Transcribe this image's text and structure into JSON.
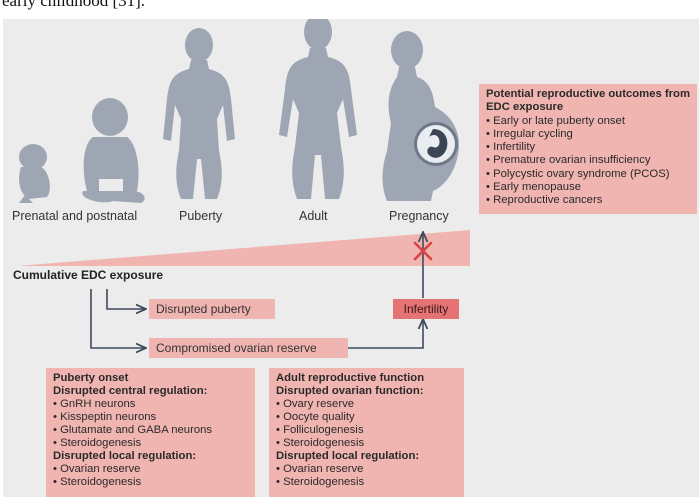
{
  "cut_caption": "early childhood [31].",
  "stages": {
    "prenatal": "Prenatal and postnatal",
    "puberty": "Puberty",
    "adult": "Adult",
    "pregnancy": "Pregnancy"
  },
  "outcomes": {
    "title": "Potential reproductive outcomes from EDC exposure",
    "items": [
      "Early or late puberty onset",
      "Irregular cycling",
      "Infertility",
      "Premature ovarian insufficiency",
      "Polycystic ovary syndrome (PCOS)",
      "Early menopause",
      "Reproductive cancers"
    ]
  },
  "exposure_label": "Cumulative EDC exposure",
  "effects": {
    "disrupted_puberty": "Disrupted puberty",
    "compromised_reserve": "Compromised ovarian reserve",
    "infertility": "Infertility"
  },
  "puberty_box": {
    "title": "Puberty onset",
    "central_heading": "Disrupted central regulation:",
    "central_items": [
      "GnRH neurons",
      "Kisspeptin neurons",
      "Glutamate and GABA neurons",
      "Steroidogenesis"
    ],
    "local_heading": "Disrupted local regulation:",
    "local_items": [
      "Ovarian reserve",
      "Steroidogenesis"
    ]
  },
  "adult_box": {
    "title": "Adult reproductive function",
    "ovarian_heading": "Disrupted ovarian function:",
    "ovarian_items": [
      "Ovary reserve",
      "Oocyte quality",
      "Folliculogenesis",
      "Steroidogenesis"
    ],
    "local_heading": "Disrupted local regulation:",
    "local_items": [
      "Ovarian reserve",
      "Steroidogenesis"
    ]
  },
  "colors": {
    "silhouette": "#9ea6b4",
    "pink": "#f0b5b1",
    "dark_pink": "#e57373",
    "arrow": "#3d4a5c",
    "cross": "#d9434a"
  }
}
